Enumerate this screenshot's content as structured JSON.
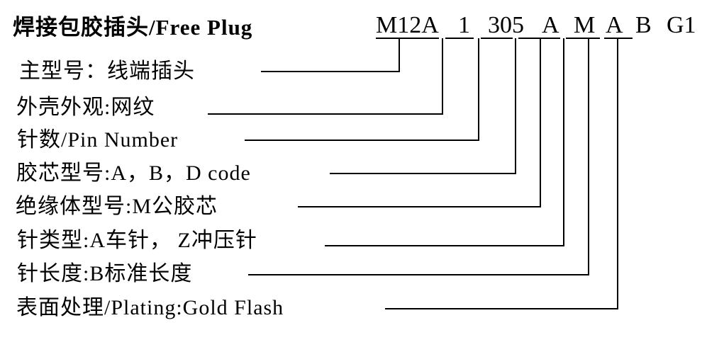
{
  "title": "焊接包胶插头/Free Plug",
  "code": {
    "full": "M12A 1 305 A M A B G1",
    "segments": [
      {
        "text": "M12A"
      },
      {
        "text": "1"
      },
      {
        "text": "305"
      },
      {
        "text": "A"
      },
      {
        "text": "M"
      },
      {
        "text": "A"
      },
      {
        "text": "B"
      },
      {
        "text": "G1"
      }
    ]
  },
  "labels": [
    {
      "text": "主型号：线端插头",
      "maps_to": "M12A"
    },
    {
      "text": "外壳外观:网纹",
      "maps_to": "1"
    },
    {
      "text": "针数/Pin Number",
      "maps_to": "305"
    },
    {
      "text": "胶芯型号:A，B，D code",
      "maps_to": "A"
    },
    {
      "text": "绝缘体型号:M公胶芯",
      "maps_to": "M"
    },
    {
      "text": "针类型:A车针， Z冲压针",
      "maps_to": "A"
    },
    {
      "text": "针长度:B标准长度",
      "maps_to": "B"
    },
    {
      "text": "表面处理/Plating:Gold Flash",
      "maps_to": "G1"
    }
  ],
  "colors": {
    "ink": "#000000",
    "background": "#ffffff"
  }
}
